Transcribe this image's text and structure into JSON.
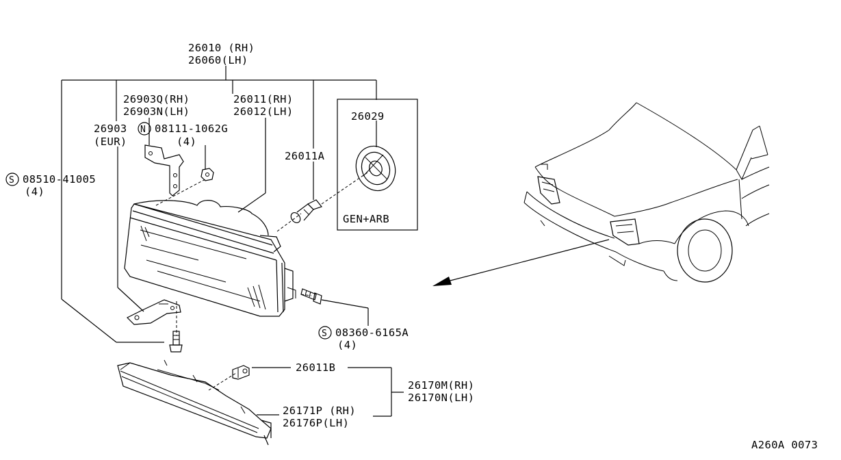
{
  "labels": {
    "assembly_rh": "26010 (RH)",
    "assembly_lh": "26060(LH)",
    "bracket_rh": "26903Q(RH)",
    "bracket_lh": "26903N(LH)",
    "housing_rh": "26011(RH)",
    "housing_lh": "26012(LH)",
    "bulb_cap": "26029",
    "gen_arb": "GEN+ARB",
    "bracket_eur": "26903",
    "eur": "(EUR)",
    "nut_part": "08111-1062G",
    "nut_qty": "(4)",
    "nut_symbol": "N",
    "bulb": "26011A",
    "screw_left_part": "08510-41005",
    "screw_left_qty": "(4)",
    "screw_left_symbol": "S",
    "screw_right_part": "08360-6165A",
    "screw_right_qty": "(4)",
    "screw_right_symbol": "S",
    "side_bulb": "26011B",
    "side_lamp_rh": "26170M(RH)",
    "side_lamp_lh": "26170N(LH)",
    "lens_rh": "26171P (RH)",
    "lens_lh": "26176P(LH)",
    "diagram_code": "A260A 0073"
  }
}
